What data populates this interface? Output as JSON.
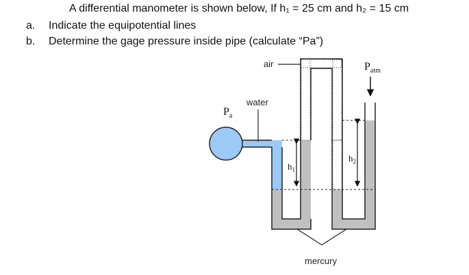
{
  "problem": {
    "statement": "A differential manometer is shown below, If h₁ = 25 cm and h₂ = 15 cm",
    "part_a_marker": "a.",
    "part_a_text": "Indicate the equipotential lines",
    "part_b_marker": "b.",
    "part_b_text": "Determine the gage pressure inside pipe (calculate “Pa”)"
  },
  "diagram": {
    "air_label": "air",
    "water_label": "water",
    "mercury_label": "mercury",
    "pa_label": "P",
    "pa_subscript": "a",
    "patm_label": "P",
    "patm_subscript": "atm",
    "h1_label": "h",
    "h1_subscript": "1",
    "h2_label": "h",
    "h2_subscript": "2"
  },
  "colors": {
    "water": "#9cc9f5",
    "mercury": "#c0c0c0",
    "air": "#ffffff",
    "outline": "#222222"
  }
}
